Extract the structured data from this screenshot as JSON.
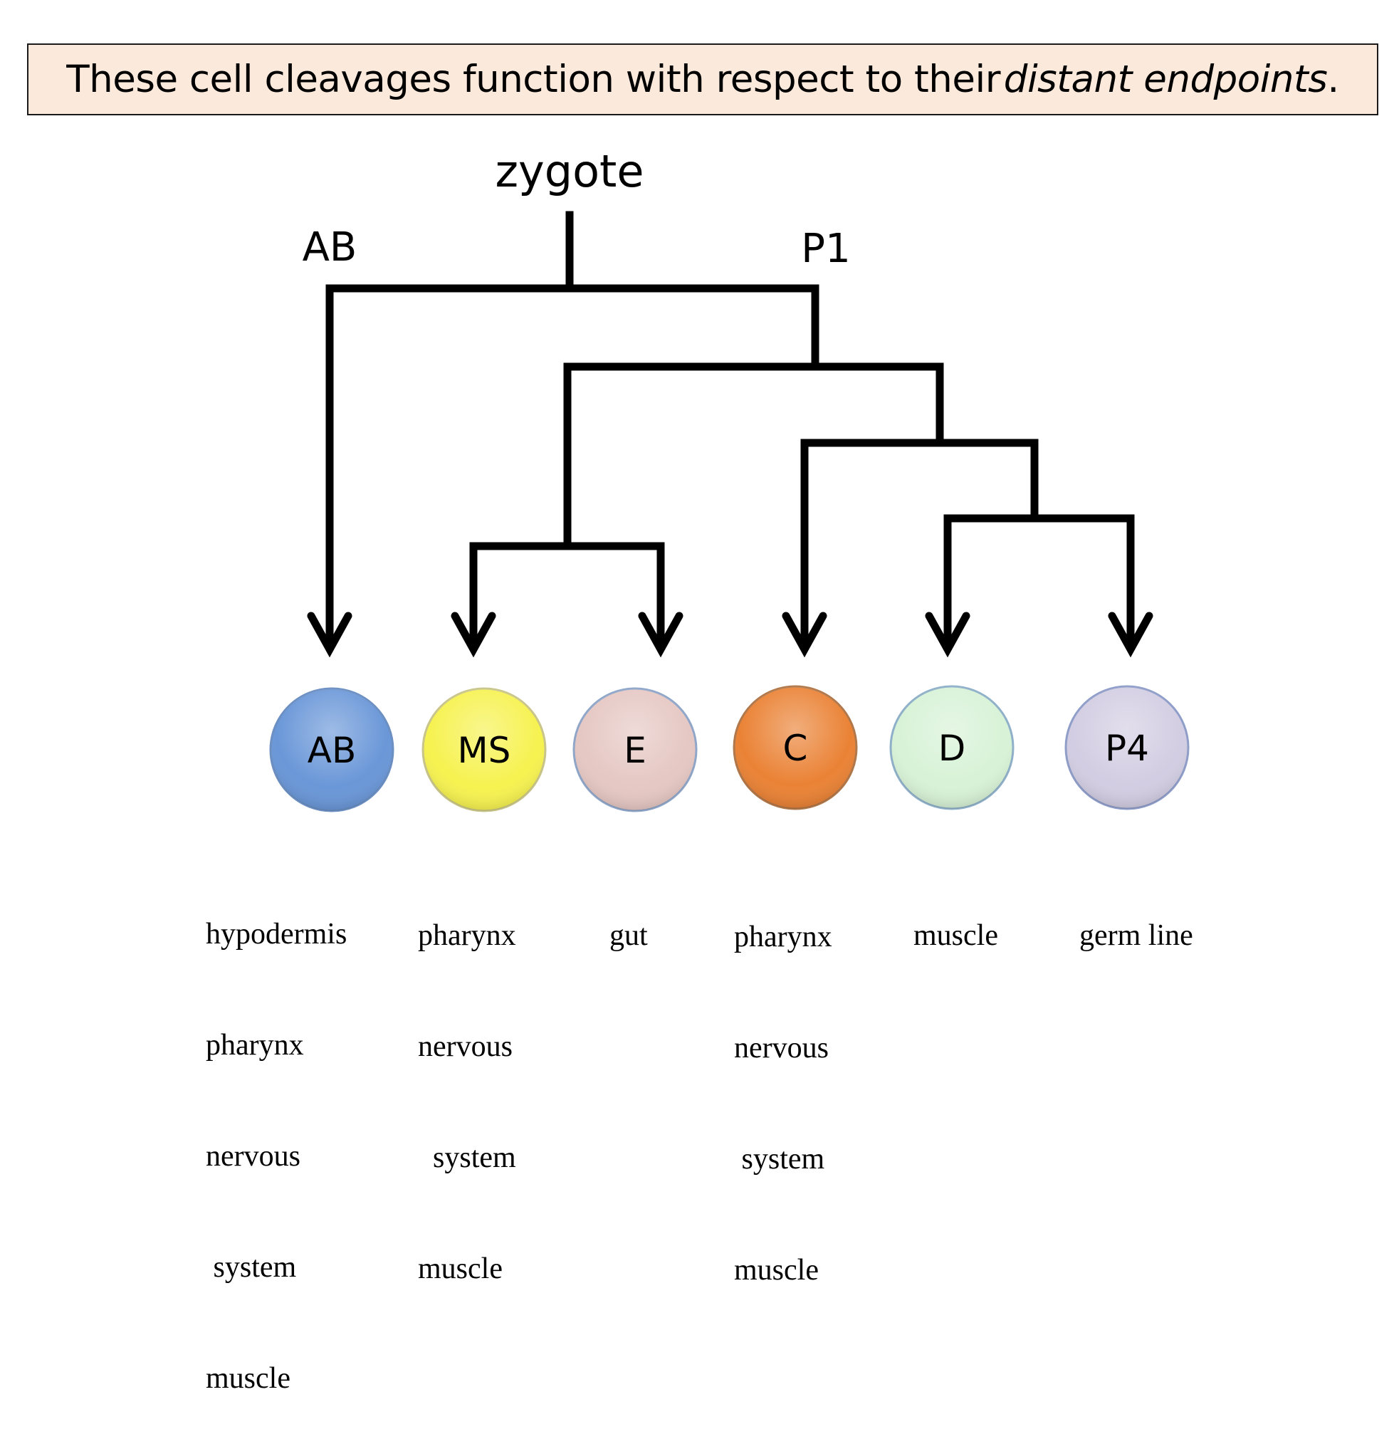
{
  "banner": {
    "text_before": "These cell cleavages function with respect to their ",
    "text_italic": "distant endpoints",
    "text_after": ".",
    "background": "#fbe9dc"
  },
  "tree": {
    "root_label": "zygote",
    "left_branch_label": "AB",
    "right_branch_label": "P1",
    "line_color": "#000000"
  },
  "cells": [
    {
      "id": "ab",
      "label": "AB",
      "color": "#6a97d8",
      "fates": [
        "hypodermis",
        "pharynx",
        "nervous",
        " system",
        "muscle"
      ]
    },
    {
      "id": "ms",
      "label": "MS",
      "color": "#f6f250",
      "fates": [
        "pharynx",
        "nervous",
        "  system",
        "muscle"
      ]
    },
    {
      "id": "e",
      "label": "E",
      "color": "#e5c7c3",
      "fates": [
        "gut"
      ]
    },
    {
      "id": "c",
      "label": "C",
      "color": "#ea8235",
      "fates": [
        "pharynx",
        "nervous",
        " system",
        "muscle"
      ]
    },
    {
      "id": "d",
      "label": "D",
      "color": "#d7f2d6",
      "fates": [
        "muscle"
      ]
    },
    {
      "id": "p4",
      "label": "P4",
      "color": "#d2cde2",
      "fates": [
        "germ line"
      ]
    }
  ]
}
